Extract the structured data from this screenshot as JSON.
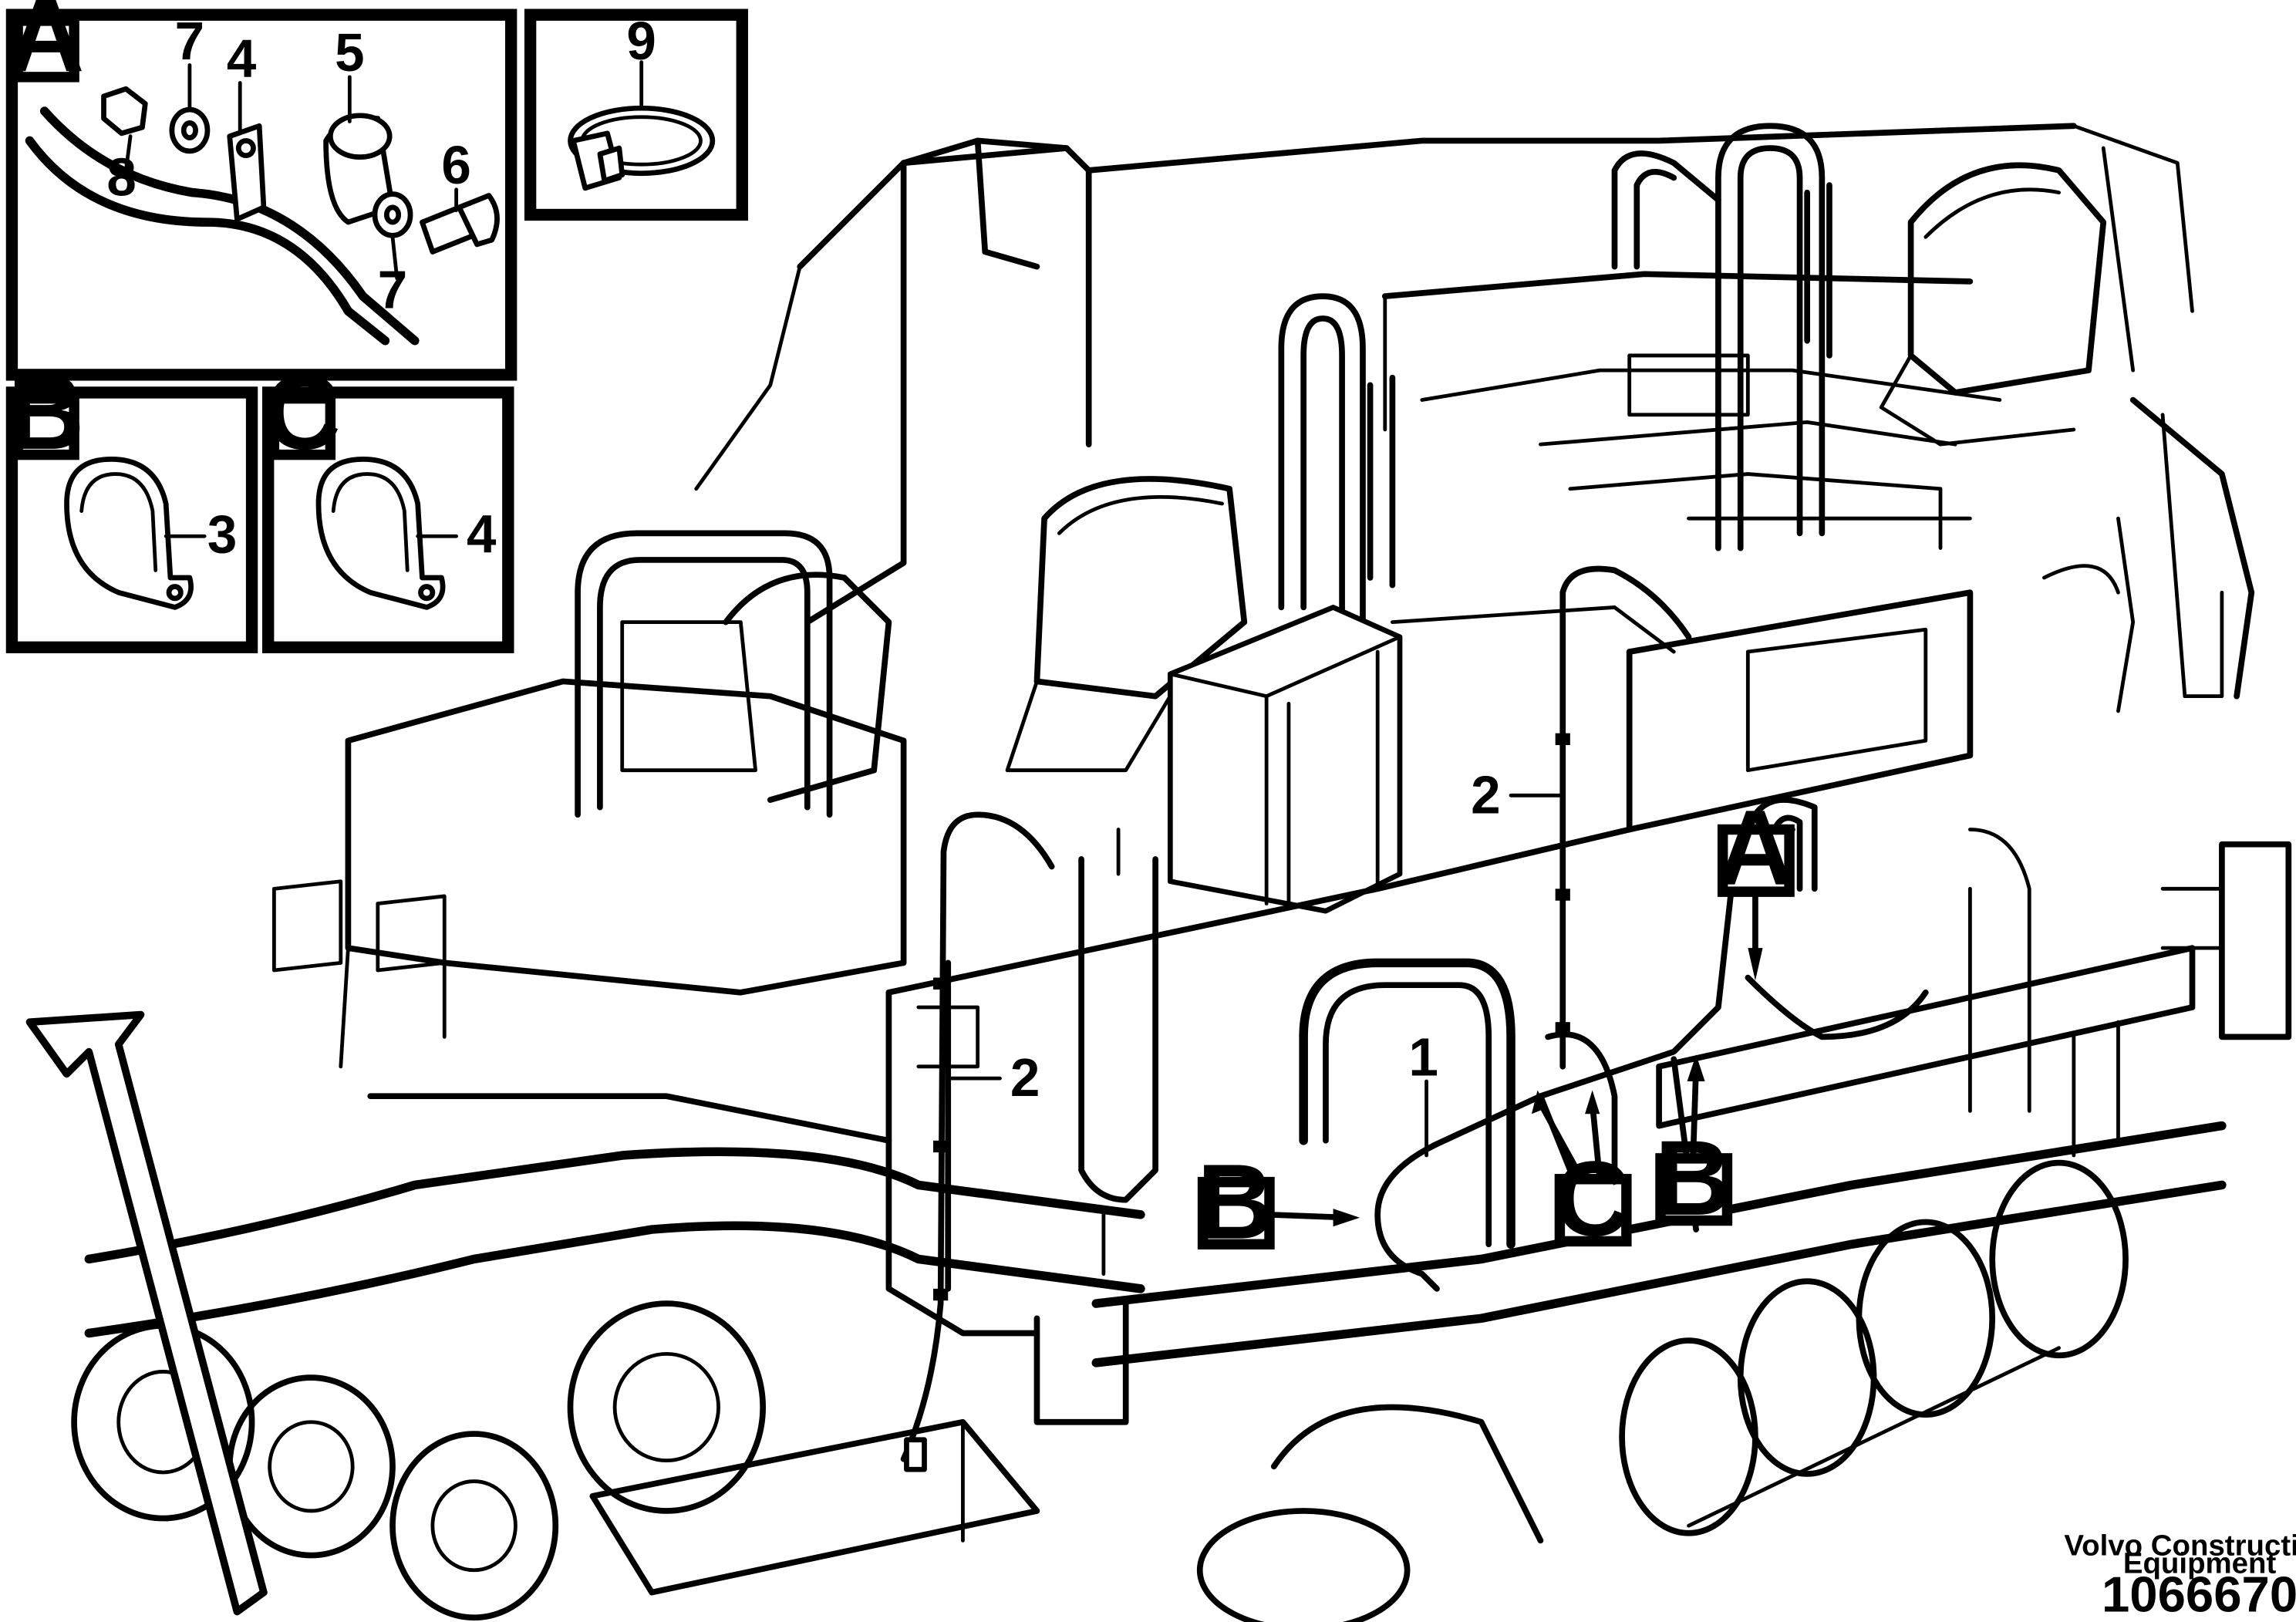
{
  "detail_labels": {
    "a": "A",
    "b": "B",
    "c": "C"
  },
  "part_numbers": {
    "p1": "1",
    "p2": "2",
    "p3": "3",
    "p4": "4",
    "p5": "5",
    "p6": "6",
    "p7": "7",
    "p8": "8",
    "p9": "9"
  },
  "footer": {
    "company_line1": "Volvo Construction",
    "company_line2": "Equipment",
    "doc_number": "1066670"
  }
}
